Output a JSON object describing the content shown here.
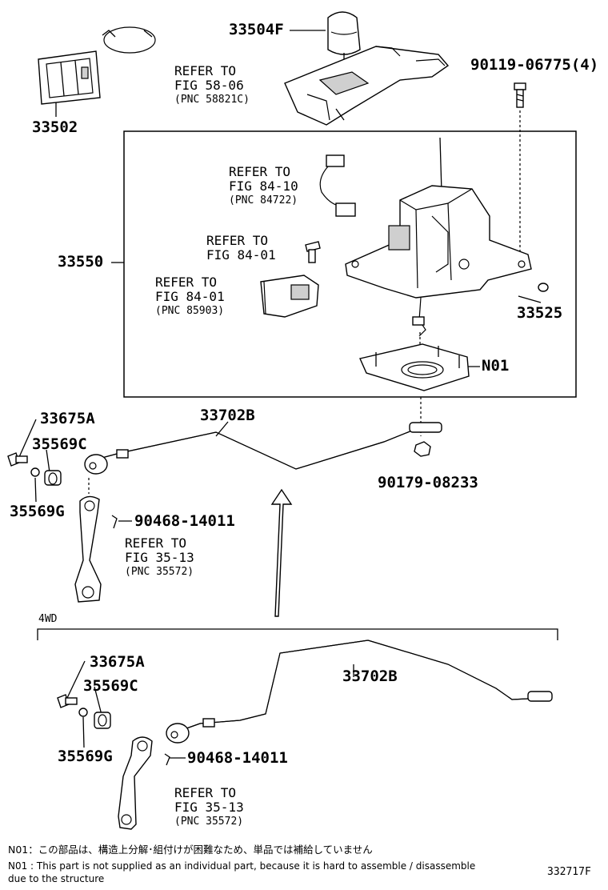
{
  "labels": {
    "p33504F": "33504F",
    "p33502": "33502",
    "p90119": "90119-06775(4)",
    "p33550": "33550",
    "p33525": "33525",
    "pN01": "N01",
    "p33675A_top": "33675A",
    "p35569C_top": "35569C",
    "p35569G_top": "35569G",
    "p33702B_top": "33702B",
    "p90179": "90179-08233",
    "p90468_top": "90468-14011",
    "group_4wd": "4WD",
    "p33675A_bot": "33675A",
    "p35569C_bot": "35569C",
    "p35569G_bot": "35569G",
    "p33702B_bot": "33702B",
    "p90468_bot": "90468-14011",
    "figure_number": "332717F"
  },
  "refs": {
    "r58": {
      "line1": "REFER TO",
      "line2": "FIG 58-06",
      "line3": "(PNC 58821C)"
    },
    "r84a": {
      "line1": "REFER TO",
      "line2": "FIG 84-10",
      "line3": "(PNC 84722)"
    },
    "r84b": {
      "line1": "REFER TO",
      "line2": "FIG 84-01"
    },
    "r84c": {
      "line1": "REFER TO",
      "line2": "FIG 84-01",
      "line3": "(PNC 85903)"
    },
    "r35a": {
      "line1": "REFER TO",
      "line2": "FIG 35-13",
      "line3": "(PNC 35572)"
    },
    "r35b": {
      "line1": "REFER TO",
      "line2": "FIG 35-13",
      "line3": "(PNC 35572)"
    }
  },
  "notes": {
    "jp": "N01：この部品は、構造上分解･組付けが困難なため、単品では補給していません",
    "en_line1": "N01 : This part is not supplied as an individual part, because it is hard to assemble / disassemble",
    "en_line2": "due to the structure"
  }
}
